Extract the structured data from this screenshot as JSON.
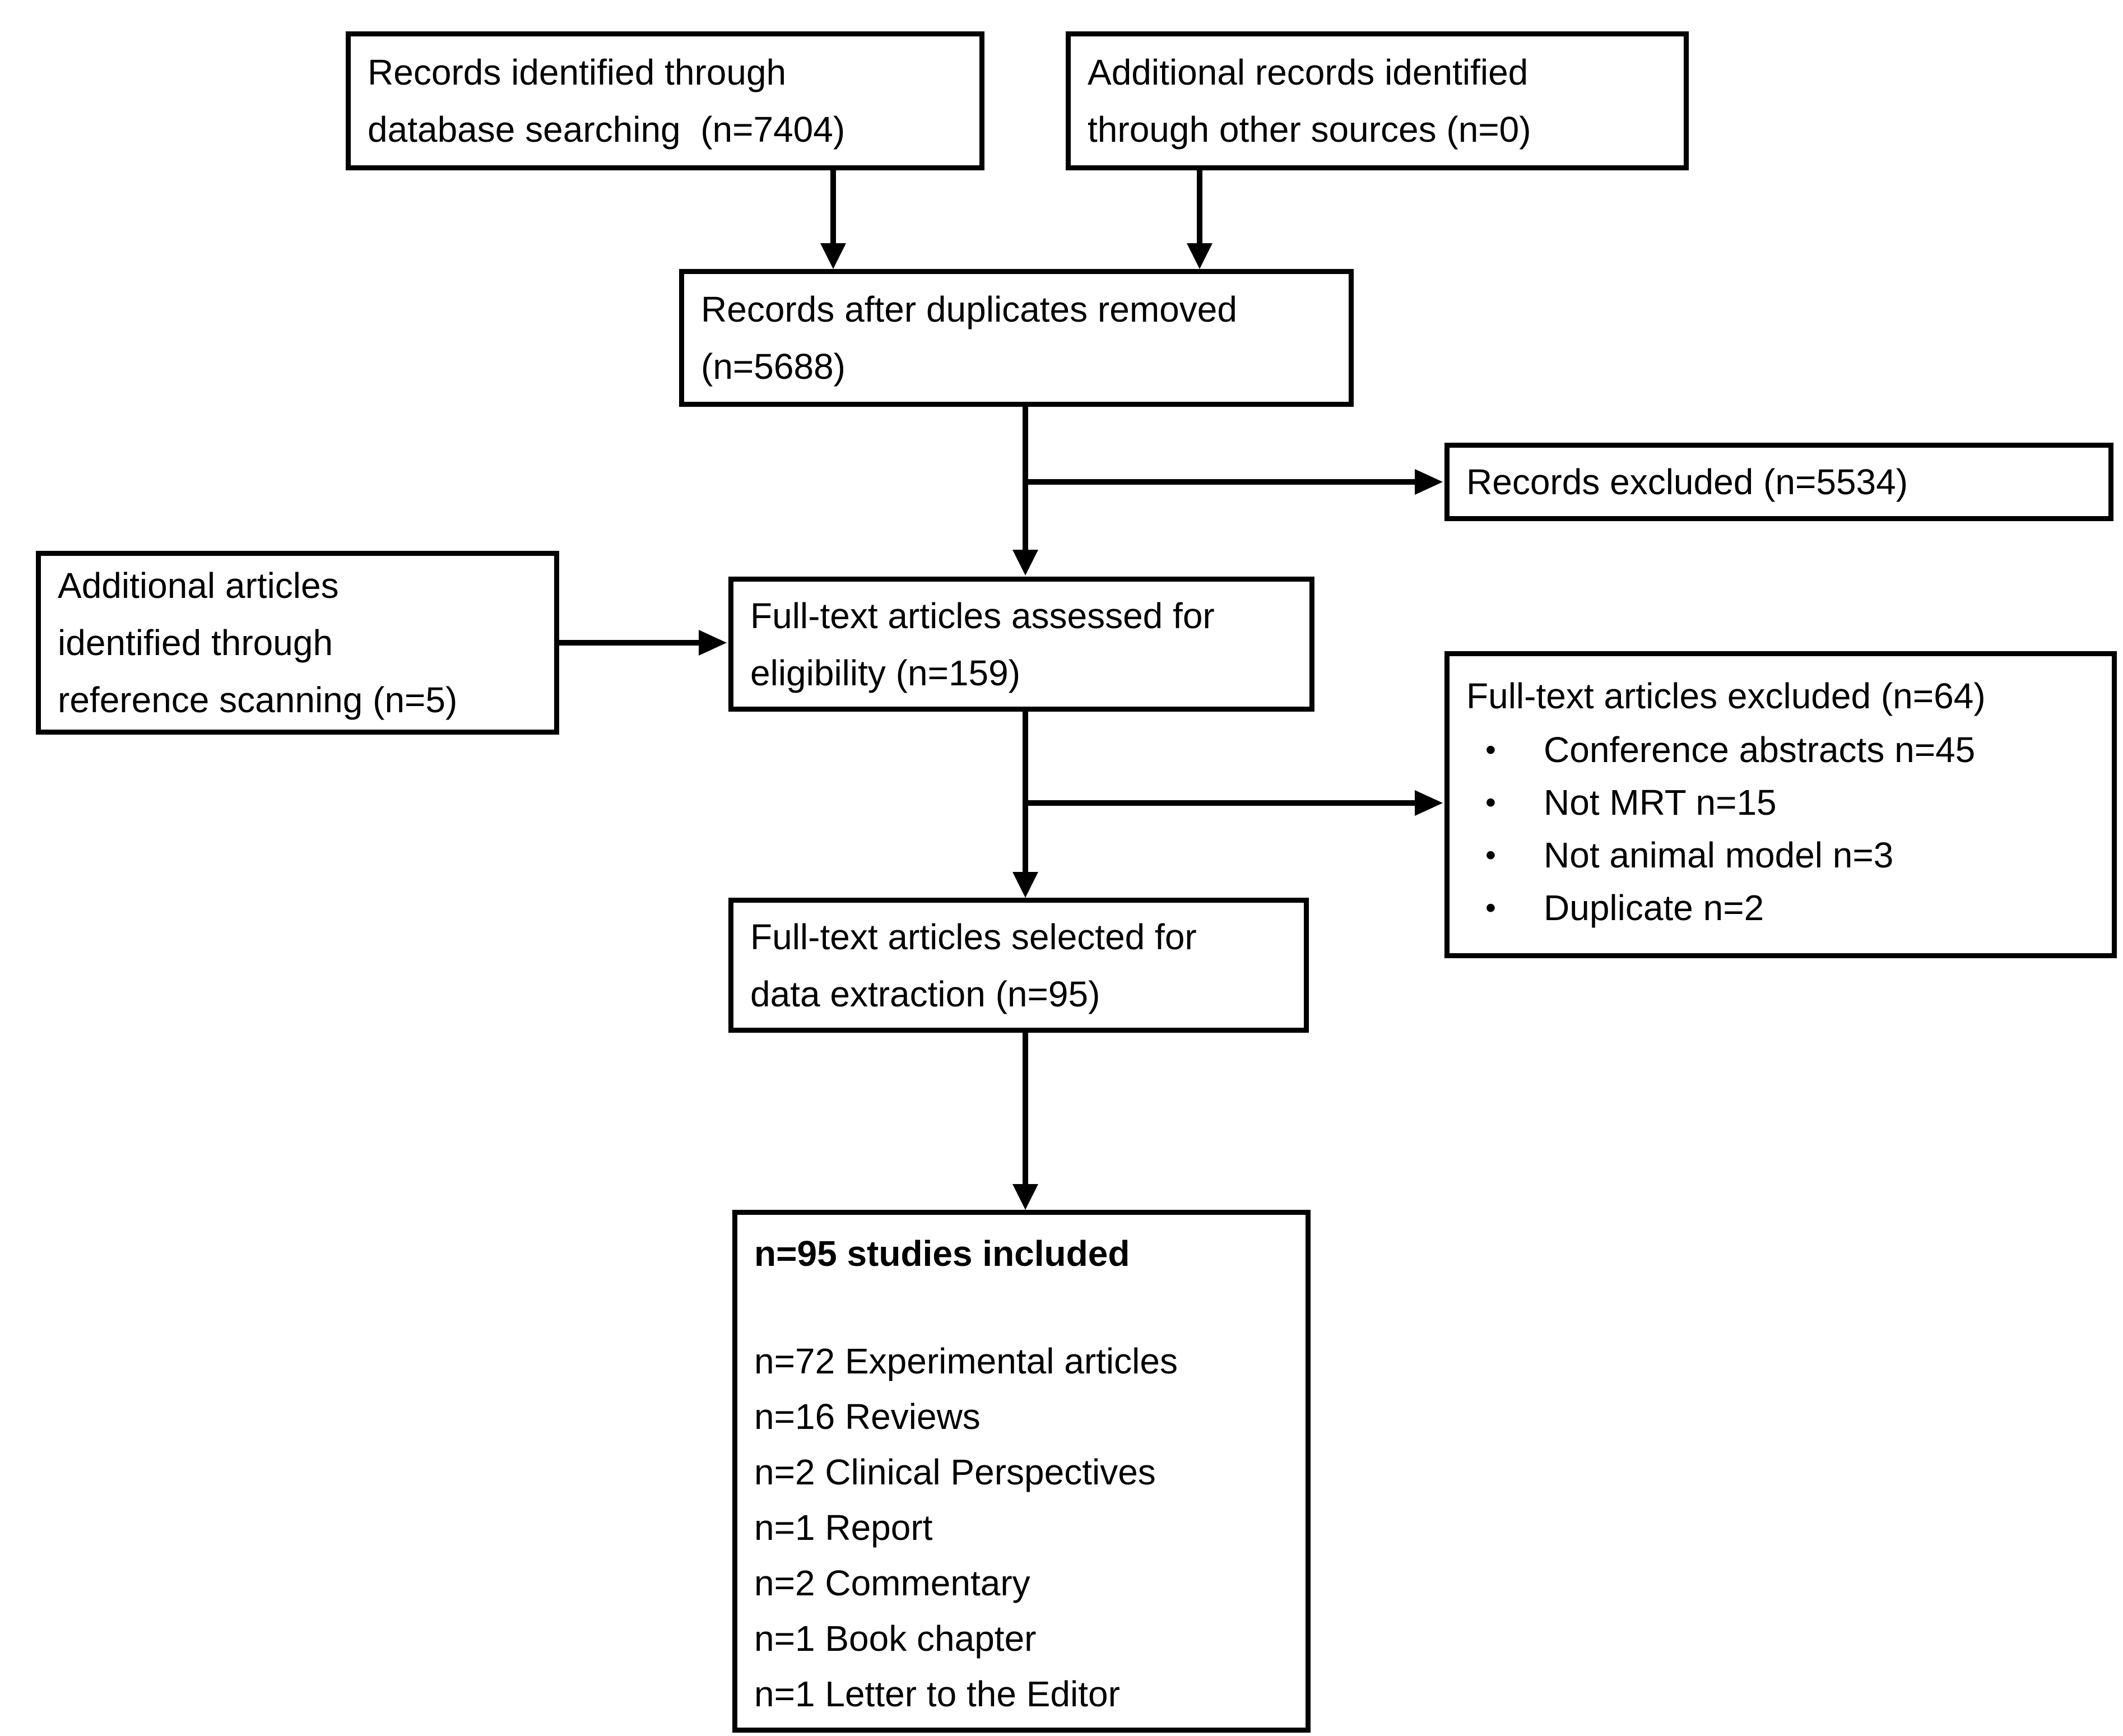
{
  "diagram": {
    "type": "prisma-flowchart",
    "colors": {
      "background": "#ffffff",
      "border": "#000000",
      "text": "#000000",
      "arrow": "#000000"
    },
    "boxes": {
      "records_identified": {
        "lines": [
          "Records identified through",
          "database searching  (n=7404)"
        ]
      },
      "additional_records": {
        "lines": [
          "Additional records identified",
          "through other sources (n=0)"
        ]
      },
      "duplicates_removed": {
        "lines": [
          "Records after duplicates removed",
          "(n=5688)"
        ]
      },
      "records_excluded": {
        "lines": [
          "Records excluded (n=5534)"
        ]
      },
      "reference_scanning": {
        "lines": [
          "Additional articles",
          "identified through",
          "reference scanning (n=5)"
        ]
      },
      "fulltext_assessed": {
        "lines": [
          "Full-text articles assessed for",
          "eligibility (n=159)"
        ]
      },
      "fulltext_excluded": {
        "header": "Full-text articles excluded (n=64)",
        "bullet_glyph": "•",
        "bullets": [
          "Conference abstracts n=45",
          "Not MRT n=15",
          "Not animal model n=3",
          "Duplicate n=2"
        ]
      },
      "fulltext_selected": {
        "lines": [
          "Full-text articles selected for",
          "data extraction (n=95)"
        ]
      },
      "studies_included": {
        "title": "n=95 studies included",
        "items": [
          "n=72 Experimental articles",
          "n=16 Reviews",
          "n=2 Clinical Perspectives",
          "n=1 Report",
          "n=2 Commentary",
          "n=1 Book chapter",
          "n=1 Letter to the Editor"
        ]
      }
    }
  }
}
